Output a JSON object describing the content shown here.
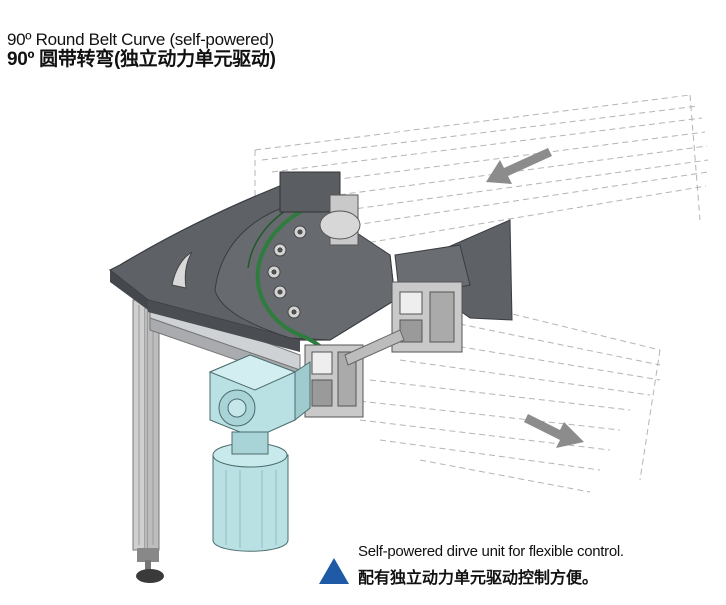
{
  "title": {
    "en": "90º Round Belt Curve (self-powered)",
    "zh": "90º 圆带转弯(独立动力单元驱动)"
  },
  "note": {
    "en": "Self-powered dirve unit for flexible control.",
    "zh": "配有独立动力单元驱动控制方便。"
  },
  "colors": {
    "frame": "#5e6166",
    "belt": "#2f7d3e",
    "motor": "#b9e1e3",
    "aluminum": "#c9c9c9",
    "triangle": "#1f5aa6",
    "arrow": "#8c8c8c"
  },
  "icons": [
    "flow-arrow-icon",
    "triangle-bullet-icon"
  ]
}
